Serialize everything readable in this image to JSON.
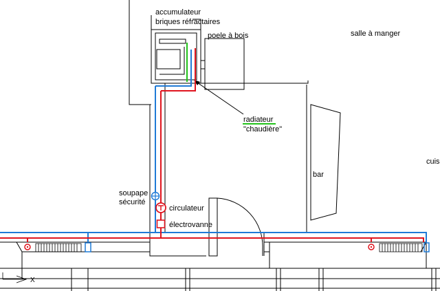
{
  "labels": {
    "accumulateur": "accumulateur",
    "briques": "briques réfractaires",
    "poele": "poele à bois",
    "salle": "salle à manger",
    "cuisine": "cuis",
    "radiateur": "radiateur",
    "chaudiere": "\"chaudière\"",
    "bar": "bar",
    "soupape": "soupape",
    "securite": "sécurité",
    "circulateur": "circulateur",
    "electrovanne": "électrovanne",
    "axis_x": "X"
  },
  "colors": {
    "hot_pipe": "#e0141e",
    "cold_pipe": "#1f7ad6",
    "green_pipe": "#22c21a",
    "wall": "#000000"
  },
  "icons": {
    "safety_valve": "safety-valve-icon",
    "pump": "circulator-pump-icon",
    "solenoid_valve": "solenoid-valve-icon",
    "radiator": "radiator-icon",
    "axis": "ucs-axis-icon"
  }
}
